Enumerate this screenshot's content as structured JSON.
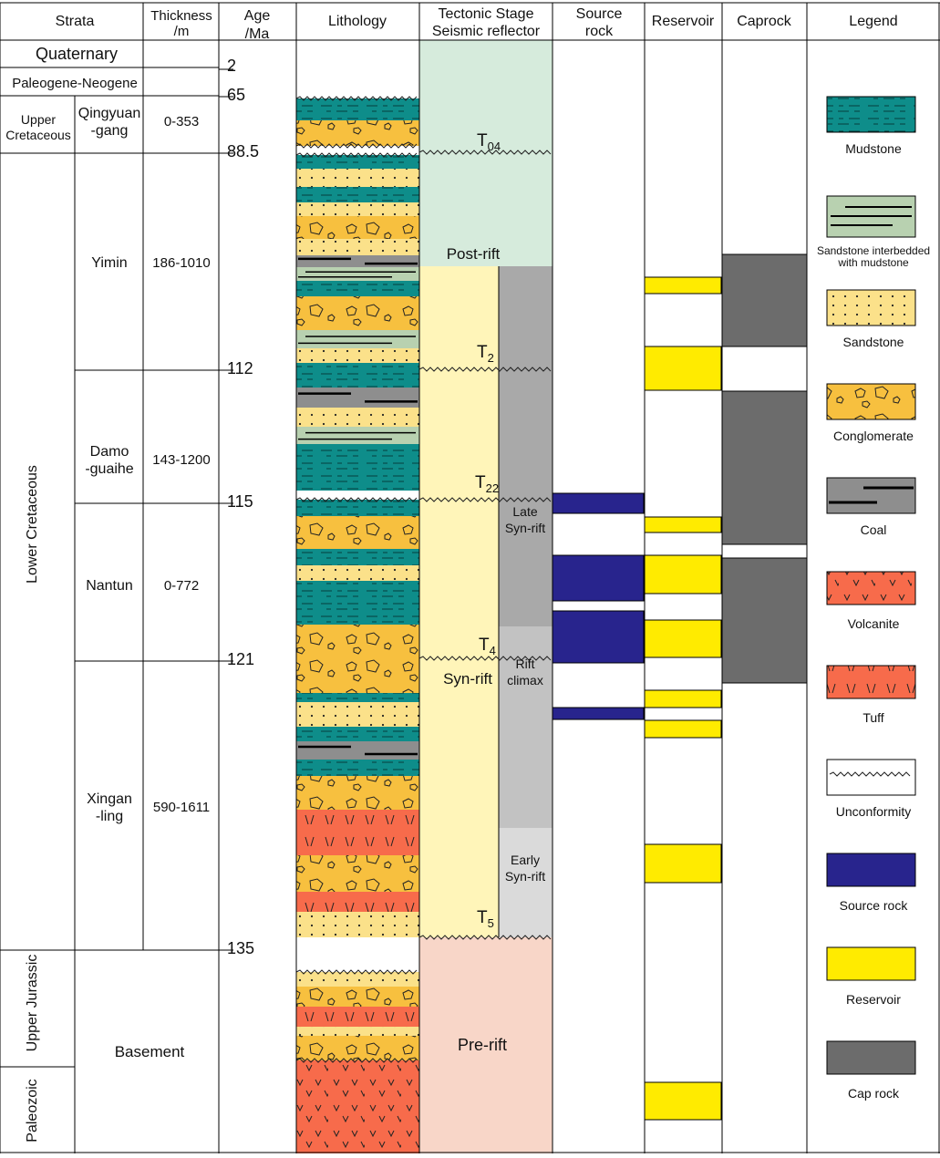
{
  "headers": {
    "strata": "Strata",
    "thickness": [
      "Thickness",
      "/m"
    ],
    "age": [
      "Age",
      "/Ma"
    ],
    "lithology": "Lithology",
    "tectonic": [
      "Tectonic  Stage",
      "Seismic reflector"
    ],
    "source": [
      "Source",
      "rock"
    ],
    "reservoir": "Reservoir",
    "caprock": "Caprock",
    "legend": "Legend"
  },
  "strata": {
    "quaternary": "Quaternary",
    "paleogene_neogene": "Paleogene-Neogene",
    "upper_cretaceous": [
      "Upper",
      "Cretaceous"
    ],
    "lower_cretaceous": "Lower Cretaceous",
    "upper_jurassic": "Upper Jurassic",
    "paleozoic": "Paleozoic",
    "basement": "Basement",
    "formations": [
      {
        "name": [
          "Qingyuan",
          "-gang"
        ],
        "thickness": "0-353"
      },
      {
        "name": [
          "Yimin"
        ],
        "thickness": "186-1010"
      },
      {
        "name": [
          "Damo",
          "-guaihe"
        ],
        "thickness": "143-1200"
      },
      {
        "name": [
          "Nantun"
        ],
        "thickness": "0-772"
      },
      {
        "name": [
          "Xingan",
          "-ling"
        ],
        "thickness": "590-1611"
      }
    ]
  },
  "ages": [
    "2",
    "65",
    "88.5",
    "112",
    "115",
    "121",
    "135"
  ],
  "tectonic": {
    "stages": [
      "Post-rift",
      "Syn-rift",
      "Pre-rift"
    ],
    "substages": [
      [
        "Late",
        "Syn-rift"
      ],
      [
        "Rift",
        "climax"
      ],
      [
        "Early",
        "Syn-rift"
      ]
    ],
    "reflectors": [
      {
        "base": "T",
        "sub": "04"
      },
      {
        "base": "T",
        "sub": "2"
      },
      {
        "base": "T",
        "sub": "22"
      },
      {
        "base": "T",
        "sub": "4"
      },
      {
        "base": "T",
        "sub": "5"
      }
    ]
  },
  "legend": [
    {
      "pattern": "mudstone",
      "label": [
        "Mudstone"
      ]
    },
    {
      "pattern": "sand_mud",
      "label": [
        "Sandstone interbedded",
        "with mudstone"
      ]
    },
    {
      "pattern": "sandstone",
      "label": [
        "Sandstone"
      ]
    },
    {
      "pattern": "conglomerate",
      "label": [
        "Conglomerate"
      ]
    },
    {
      "pattern": "coal",
      "label": [
        "Coal"
      ]
    },
    {
      "pattern": "volcanite",
      "label": [
        "Volcanite"
      ]
    },
    {
      "pattern": "tuff",
      "label": [
        "Tuff"
      ]
    },
    {
      "pattern": "unconformity",
      "label": [
        "Unconformity"
      ]
    },
    {
      "pattern": "source",
      "label": [
        "Source rock"
      ]
    },
    {
      "pattern": "reservoir",
      "label": [
        "Reservoir"
      ]
    },
    {
      "pattern": "caprock",
      "label": [
        "Cap rock"
      ]
    }
  ],
  "colors": {
    "mudstone": "#0e8d8a",
    "sandstone": "#fbe18a",
    "conglomerate": "#f7c03f",
    "coal": "#8e8e8e",
    "sand_mud": "#b8d1b0",
    "volcanite": "#f76b4b",
    "postrift": "#d6ebdc",
    "synrift": "#fff5b9",
    "prerift": "#f8d6c8",
    "late_syn": "#a9a9a9",
    "rift_climax": "#c2c2c2",
    "early_syn": "#dadada",
    "source": "#28248d",
    "reservoir": "#ffeb00",
    "caprock": "#6c6c6c"
  }
}
